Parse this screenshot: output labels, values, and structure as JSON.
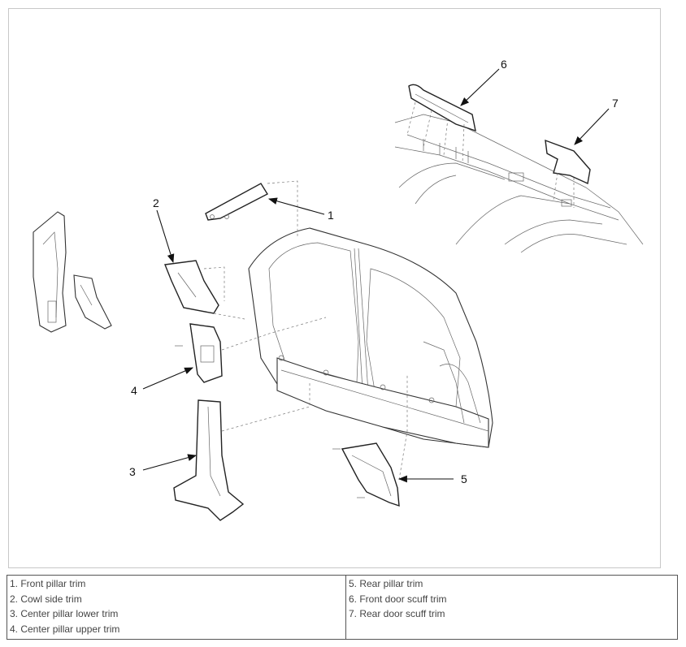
{
  "callouts": {
    "c1": "1",
    "c2": "2",
    "c3": "3",
    "c4": "4",
    "c5": "5",
    "c6": "6",
    "c7": "7"
  },
  "legend": {
    "left": [
      "1. Front pillar trim",
      "2. Cowl side trim",
      "3. Center pillar lower trim",
      "4. Center pillar upper trim"
    ],
    "right": [
      "5. Rear pillar trim",
      "6. Front door scuff trim",
      "7. Rear door scuff trim"
    ]
  }
}
